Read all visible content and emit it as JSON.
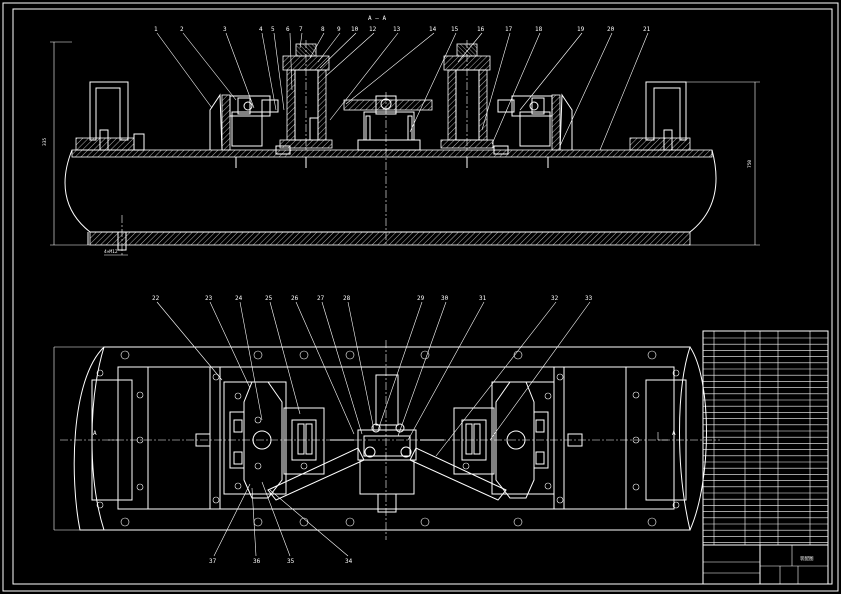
{
  "section_label": "A — A",
  "view_marks": {
    "left": "A",
    "right": "A"
  },
  "top_balloons": [
    "1",
    "2",
    "3",
    "4",
    "5",
    "6",
    "7",
    "8",
    "9",
    "10",
    "12",
    "13",
    "14",
    "15",
    "16",
    "17",
    "18",
    "19",
    "20",
    "21"
  ],
  "bottom_balloons_top": [
    "22",
    "23",
    "24",
    "25",
    "26",
    "27",
    "28",
    "29",
    "30",
    "31",
    "32",
    "33"
  ],
  "bottom_balloons_bottom": [
    "37",
    "36",
    "35",
    "34"
  ],
  "dimensions": {
    "height_left": "335",
    "height_right": "750",
    "base_note": "4×M12"
  },
  "title_block": {
    "drawing_name": "装配图"
  },
  "colors": {
    "background": "#000000",
    "line": "#ffffff"
  }
}
